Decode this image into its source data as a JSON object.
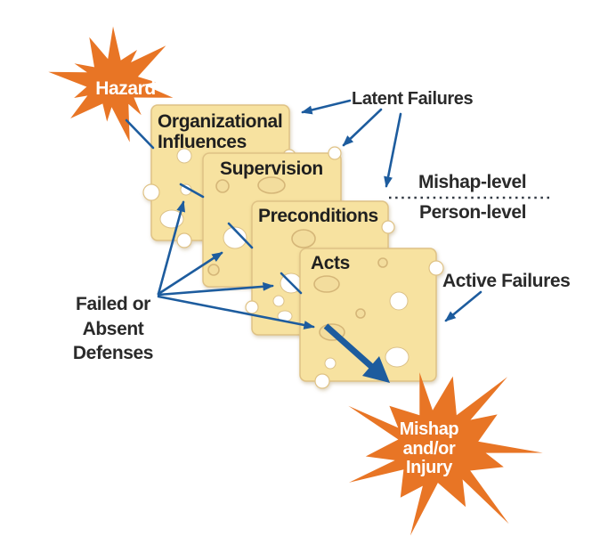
{
  "colors": {
    "orange": "#E87525",
    "cheese": "#F7E2A0",
    "blue": "#1D5C9E",
    "dots": "#333A44"
  },
  "hazard": {
    "label": "Hazard"
  },
  "mishap": {
    "line1": "Mishap",
    "line2": "and/or",
    "line3": "Injury"
  },
  "slices": {
    "organizational": {
      "line1": "Organizational",
      "line2": "Influences"
    },
    "supervision": {
      "label": "Supervision"
    },
    "preconditions": {
      "label": "Preconditions"
    },
    "acts": {
      "label": "Acts"
    }
  },
  "labels": {
    "latent_failures": "Latent Failures",
    "active_failures": "Active Failures",
    "mishap_level": "Mishap-level",
    "person_level": "Person-level",
    "failed_defenses": {
      "line1": "Failed or",
      "line2": "Absent",
      "line3": "Defenses"
    }
  }
}
